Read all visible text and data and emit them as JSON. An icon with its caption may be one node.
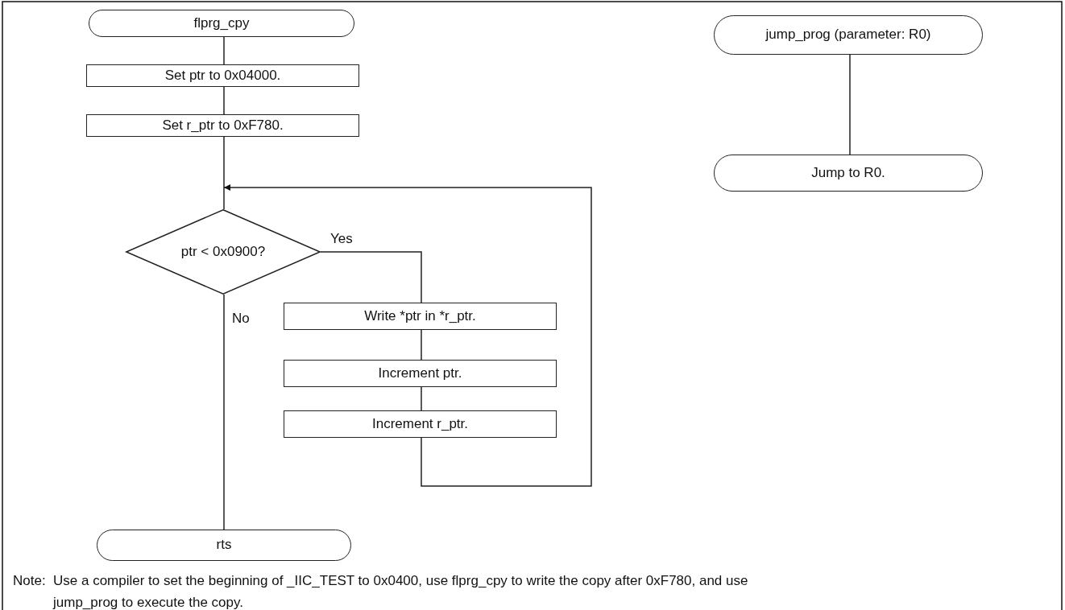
{
  "diagram": {
    "nodes": [
      {
        "text": [
          "flprg_cpy"
        ]
      },
      {
        "text": [
          "Set ptr to 0x04000."
        ]
      },
      {
        "text": [
          "Set r_ptr to 0xF780."
        ]
      },
      {
        "text": [
          "ptr < 0x0900?"
        ]
      },
      {
        "text": [
          "Write *ptr in *r_ptr."
        ]
      },
      {
        "text": [
          "Increment ptr."
        ]
      },
      {
        "text": [
          "Increment r_ptr."
        ]
      },
      {
        "text": [
          "rts"
        ]
      },
      {
        "text": [
          "jump_prog (parameter: R0)"
        ]
      },
      {
        "text": [
          "Jump to R0."
        ]
      }
    ],
    "edges": [
      {
        "from": 0,
        "to": 1,
        "arrow": "none"
      },
      {
        "from": 1,
        "to": 2,
        "arrow": "none"
      },
      {
        "from": 2,
        "to": 3,
        "arrow": "none"
      },
      {
        "from": 3,
        "to": 4,
        "label": "Yes",
        "arrow": "none"
      },
      {
        "from": 4,
        "to": 5,
        "arrow": "none"
      },
      {
        "from": 5,
        "to": 6,
        "arrow": "none"
      },
      {
        "from": 6,
        "to": 3,
        "arrow": "to"
      },
      {
        "from": 3,
        "to": 7,
        "label": "No",
        "arrow": "none"
      },
      {
        "from": 8,
        "to": 9,
        "arrow": "none"
      }
    ],
    "labels": [
      "Note:",
      "Use a compiler to set the beginning of _IIC_TEST to 0x0400, use flprg_cpy to write the copy after 0xF780, and use jump_prog to execute the copy."
    ]
  }
}
